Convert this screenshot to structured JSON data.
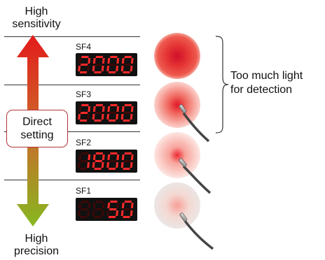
{
  "labels": {
    "top": [
      "High",
      "sensitivity"
    ],
    "bottom": [
      "High",
      "precision"
    ],
    "direct": [
      "Direct",
      "setting"
    ],
    "note": [
      "Too much light",
      "for detection"
    ]
  },
  "levels": [
    {
      "name": "SF4",
      "display": "2000"
    },
    {
      "name": "SF3",
      "display": "2000"
    },
    {
      "name": "SF2",
      "display": "1800"
    },
    {
      "name": "SF1",
      "display": "50"
    }
  ],
  "colors": {
    "arrow_top": "#e31b1b",
    "arrow_bottom": "#86b820",
    "segment_on": "#ff2a2a",
    "segment_off": "#3c0808",
    "box_border": "#b0343b"
  }
}
